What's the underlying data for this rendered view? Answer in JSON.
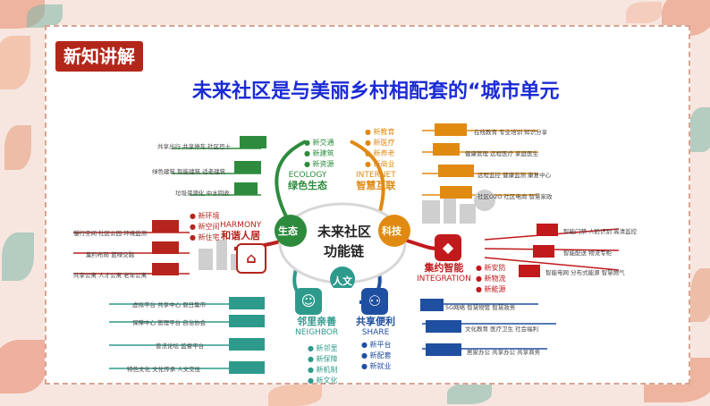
{
  "slide": {
    "badge": "新知讲解",
    "title": "未来社区是与美丽乡村相配套的“城市单元"
  },
  "center": {
    "line1": "未来社区",
    "line2": "功能链",
    "tag_ecology": "生态",
    "tag_tech": "科技",
    "tag_people": "人文"
  },
  "colors": {
    "ecology": "#2e8b3e",
    "internet": "#e08a12",
    "integration": "#c1191c",
    "share": "#1f4fa0",
    "neighbor": "#2e9a8c",
    "harmony": "#b5241d",
    "title_blue": "#1b2bd6"
  },
  "branches": {
    "ecology": {
      "cn": "绿色生态",
      "en": "ECOLOGY",
      "items": [
        "新交通",
        "新建筑",
        "新资源"
      ],
      "leaves": [
        "共享出行 共享停车 社区巴士",
        "绿色建筑 智能建筑 适老建筑",
        "垃圾资源化 中水回收"
      ]
    },
    "internet": {
      "cn": "智慧互联",
      "en": "INTERNET",
      "items": [
        "新教育",
        "新医疗",
        "新养老",
        "新商业"
      ],
      "leaves": [
        "在线教育 专业培训 知识分享",
        "健康管理 远程医疗 家庭医生",
        "远程监控 健康监测 康复中心",
        "社区O2O 社区电商 智慧家政"
      ]
    },
    "harmony": {
      "cn": "和谐人居",
      "en": "HARMONY",
      "items": [
        "新环境",
        "新空间",
        "新住宅"
      ],
      "leaves": [
        "慢行空间 社区公园 环境监测",
        "集约布局 蓝绿交融",
        "共享公寓 人才公寓 老年公寓"
      ]
    },
    "integration": {
      "cn": "集约智能",
      "en": "INTEGRATION",
      "items": [
        "新安防",
        "新物流",
        "新能源"
      ],
      "leaves": [
        "智能门禁 人脸识别 高清监控",
        "智能配送 物流专柜",
        "智能电网 分布式能源 智慧燃气"
      ]
    },
    "neighbor": {
      "cn": "邻里亲善",
      "en": "NEIGHBOR",
      "items": [
        "新邻里",
        "新保障",
        "新机制",
        "新文化"
      ],
      "leaves": [
        "虚拟平台 共享中心 假日集市",
        "保障中心 管理平台 自治协会",
        "普法论坛 监督平台",
        "特色文化 文化传承 人文交往"
      ]
    },
    "share": {
      "cn": "共享便利",
      "en": "SHARE",
      "items": [
        "新平台",
        "新配套",
        "新就业"
      ],
      "leaves": [
        "5G网络 智慧物管 智慧政务",
        "文化教育 医疗卫生 社会福利",
        "居家办公 共享办公 共享商务"
      ]
    }
  }
}
